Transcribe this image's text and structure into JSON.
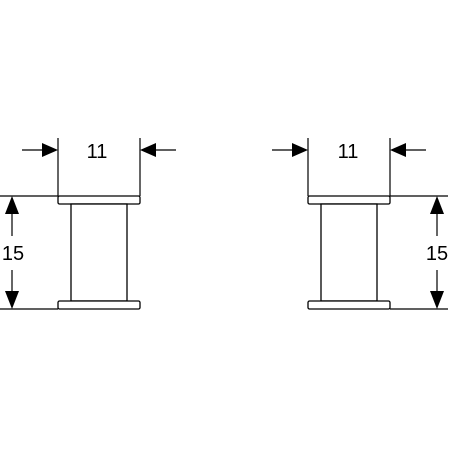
{
  "drawing": {
    "left_width_label": "11",
    "left_height_label": "15",
    "right_width_label": "11",
    "right_height_label": "15",
    "line_color": "#000000",
    "background_color": "#ffffff"
  }
}
